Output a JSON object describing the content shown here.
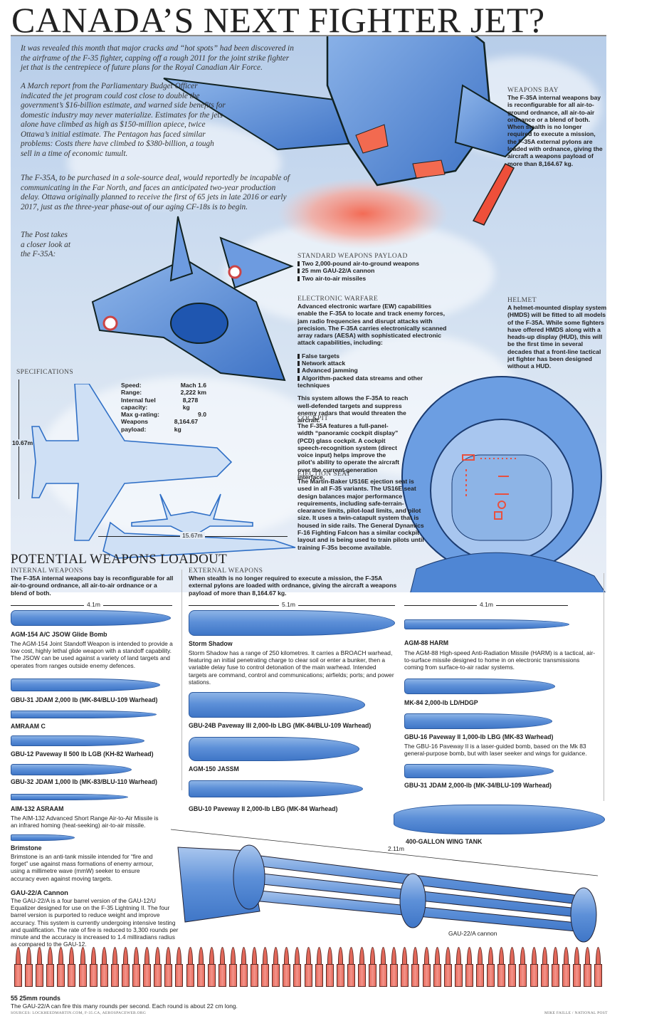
{
  "header": {
    "title": "CANADA’S NEXT FIGHTER JET?"
  },
  "intro": {
    "p1": "It was revealed this month that major cracks and “hot spots” had been discovered in the airframe of the F-35 fighter, capping off a rough 2011 for the joint strike fighter jet that is the centrepiece of future plans for the Royal Canadian Air Force.",
    "p2": "A March report from the Parliamentary Budget Officer indicated the jet program could cost close to double the government’s $16-billion estimate, and warned side benefits for domestic industry may never materialize. Estimates for the jets alone have climbed as high as $150-million apiece, twice Ottawa’s initial estimate. The Pentagon has faced similar problems: Costs there have climbed to $380-billion, a tough sell in a time of economic tumult.",
    "p3": "The F-35A, to be purchased in a sole-source deal, would reportedly be incapable of communicating in the Far North, and faces an anticipated two-year production delay. Ottawa originally planned to receive the first of 65 jets in late 2016 or early 2017, just as the three-year phase-out of our aging CF-18s is to begin.",
    "p4": "The Post takes a closer look at the F-35A:"
  },
  "callouts": {
    "weapons_bay": {
      "heading": "WEAPONS BAY",
      "text": "The F-35A internal weapons bay is reconfigurable for all air-to-ground ordnance, all air-to-air ordnance or a blend of both. When stealth is no longer required to execute a mission, the F-35A external pylons are loaded with ordnance, giving the aircraft a weapons payload of more than 8,164.67 kg."
    },
    "standard_payload": {
      "heading": "STANDARD WEAPONS PAYLOAD",
      "items": [
        "Two 2,000-pound air-to-ground weapons",
        "25 mm GAU-22/A cannon",
        "Two air-to-air missiles"
      ]
    },
    "electronic_warfare": {
      "heading": "ELECTRONIC WARFARE",
      "text": "Advanced electronic warfare (EW) capabilities enable the F-35A to locate and track enemy forces, jam radio frequencies and disrupt attacks with precision. The F-35A carries electronically scanned array radars (AESA) with sophisticated electronic attack capabilities, including:",
      "items": [
        "False targets",
        "Network attack",
        "Advanced jamming",
        "Algorithm-packed data streams and other techniques"
      ],
      "closing": "This system allows the F-35A to reach well-defended targets and suppress enemy radars that would threaten the aircraft."
    },
    "helmet": {
      "heading": "HELMET",
      "text": "A helmet-mounted display system (HMDS) will be fitted to all models of the F-35A. While some fighters have offered HMDS along with a heads-up display (HUD), this will be the first time in several decades that a front-line tactical jet fighter has been designed without a HUD."
    },
    "cockpit": {
      "heading": "COCKPIT",
      "text": "The F-35A features a full-panel-width “panoramic cockpit display” (PCD) glass cockpit. A cockpit speech-recognition system (direct voice input) helps improve the pilot’s ability to operate the aircraft over the current-generation interface."
    },
    "ejection_seat": {
      "heading": "EJECTION SEAT",
      "text": "The Martin-Baker US16E ejection seat is used in all F-35 variants. The US16E seat design balances major performance requirements, including safe-terrain-clearance limits, pilot-load limits, and pilot size. It uses a twin-catapult system that is housed in side rails. The General Dynamics F-16 Fighting Falcon has a similar cockpit layout and is being used to train pilots until training F-35s become available."
    }
  },
  "specifications": {
    "heading": "SPECIFICATIONS",
    "rows": [
      {
        "label": "Speed:",
        "value": "Mach 1.6"
      },
      {
        "label": "Range:",
        "value": "2,222 km"
      },
      {
        "label": "Internal fuel capacity:",
        "value": "8,278 kg"
      },
      {
        "label": "Max g-rating:",
        "value": "9.0"
      },
      {
        "label": "Weapons payload:",
        "value": "8,164.67 kg"
      }
    ],
    "wingspan": "10.67m",
    "length": "15.67m"
  },
  "loadout": {
    "heading": "POTENTIAL WEAPONS LOADOUT",
    "internal": {
      "heading": "INTERNAL WEAPONS",
      "text": "The F-35A internal weapons bay is reconfigurable for all air-to-ground ordnance, all air-to-air ordnance or a blend of both.",
      "dimension": "4.1m",
      "items": [
        {
          "name": "AGM-154 A/C JSOW Glide Bomb",
          "desc": "The AGM-154 Joint Standoff Weapon is intended to provide a low cost, highly lethal glide weapon with a standoff capability. The JSOW can be used against a variety of land targets and operates from ranges outside enemy defences."
        },
        {
          "name": "GBU-31 JDAM 2,000 lb (MK-84/BLU-109 Warhead)",
          "desc": ""
        },
        {
          "name": "AMRAAM C",
          "desc": ""
        },
        {
          "name": "GBU-12 Paveway II 500 lb LGB (KH-82 Warhead)",
          "desc": ""
        },
        {
          "name": "GBU-32 JDAM 1,000 lb (MK-83/BLU-110 Warhead)",
          "desc": ""
        },
        {
          "name": "AIM-132 ASRAAM",
          "desc": "The AIM-132 Advanced Short Range Air-to-Air Missile is an infrared homing (heat-seeking) air-to-air missile."
        },
        {
          "name": "Brimstone",
          "desc": "Brimstone is an anti-tank missile intended for “fire and forget” use against mass formations of enemy armour, using a millimetre wave (mmW) seeker to ensure accuracy even against moving targets."
        }
      ]
    },
    "external": {
      "heading": "EXTERNAL WEAPONS",
      "text": "When stealth is no longer required to execute a mission, the F-35A external pylons are loaded with ordnance, giving the aircraft a weapons payload of more than 8,164.67 kg.",
      "dimension_left": "5.1m",
      "dimension_right": "4.1m",
      "col1": [
        {
          "name": "Storm Shadow",
          "desc": "Storm Shadow has a range of 250 kilometres. It carries a BROACH warhead, featuring an initial penetrating charge to clear soil or enter a bunker, then a variable delay fuse to control detonation of the main warhead. Intended targets are command, control and communications; airfields; ports; and power stations."
        },
        {
          "name": "GBU-24B Paveway III 2,000-lb LBG (MK-84/BLU-109 Warhead)",
          "desc": ""
        },
        {
          "name": "AGM-150 JASSM",
          "desc": ""
        },
        {
          "name": "GBU-10 Paveway II 2,000-lb LBG (MK-84 Warhead)",
          "desc": ""
        }
      ],
      "col2": [
        {
          "name": "AGM-88 HARM",
          "desc": "The AGM-88 High-speed Anti-Radiation Missile (HARM) is a tactical, air-to-surface missile designed to home in on electronic transmissions coming from surface-to-air radar systems."
        },
        {
          "name": "MK-84 2,000-lb LD/HDGP",
          "desc": ""
        },
        {
          "name": "GBU-16 Paveway II 1,000-lb LBG (MK-83 Warhead)",
          "desc": "The GBU-16 Paveway II is a laser-guided bomb, based on the Mk 83 general-purpose bomb, but with laser seeker and wings for guidance."
        },
        {
          "name": "GBU-31 JDAM 2,000-lb (MK-34/BLU-109 Warhead)",
          "desc": ""
        }
      ],
      "wing_tank": "400-GALLON WING TANK"
    },
    "cannon": {
      "name": "GAU-22/A Cannon",
      "desc": "The GAU-22/A is a four barrel version of the GAU-12/U Equalizer designed for use on the F-35 Lightning II. The four barrel version is purported to reduce weight and improve accuracy. This system is currently undergoing intensive testing and qualification. The rate of fire is reduced to 3,300 rounds per minute and the accuracy is increased to 1.4 milliradians radius as compared to the GAU-12.",
      "dimension": "2.11m",
      "label": "GAU-22/A cannon"
    },
    "rounds": {
      "count": 55,
      "heading": "55 25mm rounds",
      "text": "The GAU-22/A can fire this many rounds per second. Each round is about 22 cm long."
    }
  },
  "footer": {
    "sources": "SOURCES: LOCKHEEDMARTIN.COM, F-35.CA, AEROSPACEWEB.ORG",
    "credit": "MIKE FAILLE / NATIONAL POST"
  },
  "colors": {
    "jet_blue": "#4f86d4",
    "sky": "#c3d6ee",
    "missile_red": "#e8503f",
    "round_red": "#e5695b"
  }
}
